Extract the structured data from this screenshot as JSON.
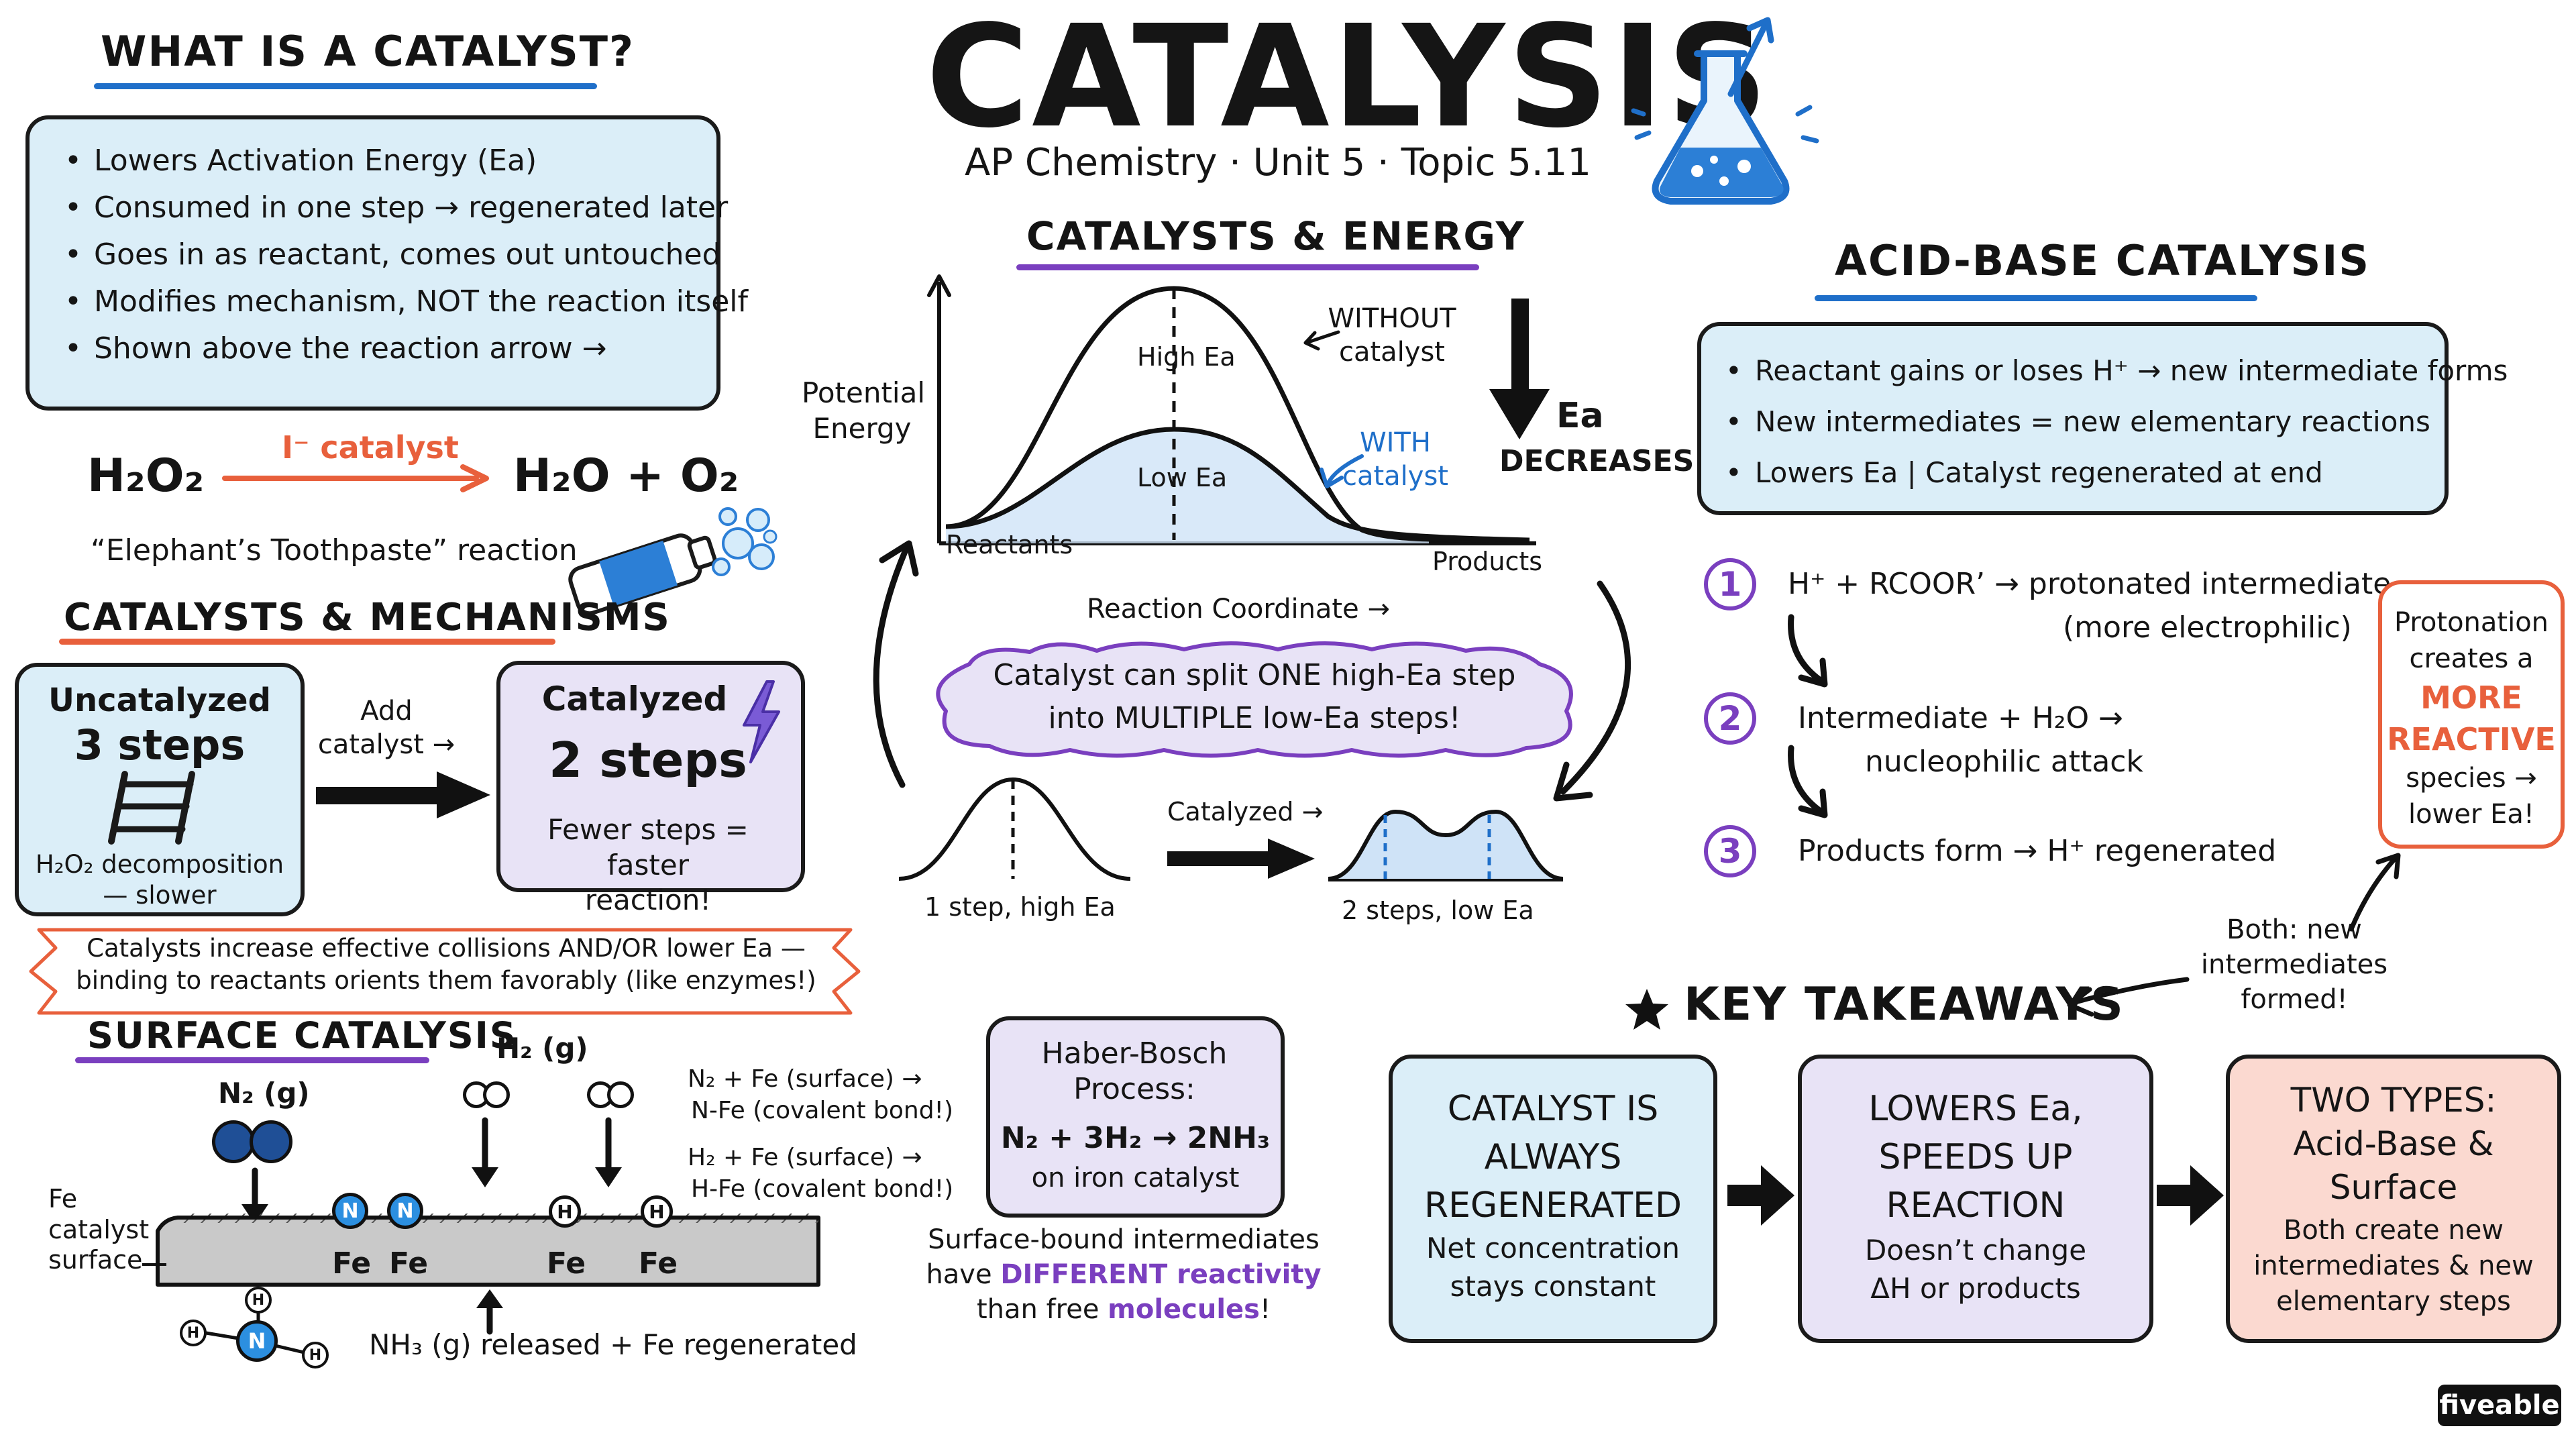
{
  "header": {
    "title": "CATALYSIS",
    "subtitle": "AP Chemistry · Unit 5 · Topic 5.11"
  },
  "what_is": {
    "title": "WHAT IS A CATALYST?",
    "bullets": [
      "Lowers Activation Energy (Ea)",
      "Consumed in one step → regenerated later",
      "Goes in as reactant, comes out untouched",
      "Modifies mechanism, NOT the reaction itself",
      "Shown above the reaction arrow →"
    ]
  },
  "example": {
    "reactant": "H₂O₂",
    "catalyst": "I⁻ catalyst",
    "products": "H₂O + O₂",
    "caption": "“Elephant’s Toothpaste” reaction"
  },
  "mechanisms": {
    "title": "CATALYSTS & MECHANISMS",
    "uncat_title": "Uncatalyzed",
    "uncat_steps": "3 steps",
    "uncat_note": "H₂O₂ decomposition — slower",
    "add_label": "Add catalyst →",
    "cat_title": "Catalyzed",
    "cat_steps": "2 steps",
    "cat_note": "Fewer steps = faster reaction!",
    "banner": "Catalysts increase effective collisions AND/OR lower Ea — binding to reactants orients them favorably (like enzymes!)"
  },
  "surface": {
    "title": "SURFACE CATALYSIS",
    "n2_label": "N₂ (g)",
    "h2_label": "H₂ (g)",
    "fe_label": "Fe catalyst surface",
    "fe_atoms": [
      "Fe",
      "Fe",
      "Fe",
      "Fe"
    ],
    "eq1a": "N₂ + Fe (surface) →",
    "eq1b": "N-Fe (covalent bond!)",
    "eq2a": "H₂ + Fe (surface) →",
    "eq2b": "H-Fe (covalent bond!)",
    "nh3_label": "NH₃ (g) released + Fe regenerated",
    "atom_n": "N",
    "atom_h": "H"
  },
  "haber": {
    "title": "Haber-Bosch Process:",
    "equation": "N₂ + 3H₂ → 2NH₃",
    "note": "on iron catalyst"
  },
  "surface_note": {
    "line1": "Surface-bound intermediates",
    "line2_pre": "have",
    "line2_hl": "DIFFERENT reactivity",
    "line3_pre": "than free",
    "line3_hl": "molecules",
    "line3_post": "!"
  },
  "energy": {
    "title": "CATALYSTS & ENERGY",
    "ylabel": "Potential Energy",
    "xlabel": "Reaction Coordinate →",
    "reactants": "Reactants",
    "products": "Products",
    "high_ea": "High Ea",
    "low_ea": "Low Ea",
    "without": "WITHOUT catalyst",
    "with": "WITH catalyst",
    "ea_label": "Ea",
    "decreases": "DECREASES",
    "cloud": "Catalyst can split ONE high-Ea step into MULTIPLE low-Ea steps!",
    "one_step": "1 step, high Ea",
    "catalyzed_arrow": "Catalyzed →",
    "two_steps": "2 steps, low Ea"
  },
  "acid_base": {
    "title": "ACID-BASE CATALYSIS",
    "bullets": [
      "Reactant gains or loses H⁺ → new intermediate forms",
      "New intermediates = new elementary reactions",
      "Lowers Ea  |  Catalyst regenerated at end"
    ],
    "steps": [
      {
        "num": "1",
        "line1": "H⁺ + RCOOR’ → protonated intermediate",
        "line2": "(more electrophilic)"
      },
      {
        "num": "2",
        "line1": "Intermediate + H₂O →",
        "line2": "nucleophilic attack"
      },
      {
        "num": "3",
        "line1": "Products form → H⁺ regenerated",
        "line2": ""
      }
    ],
    "side_pre": "Protonation creates a",
    "side_hl": "MORE REACTIVE",
    "side_post": "species → lower Ea!",
    "both": "Both: new intermediates formed!"
  },
  "takeaways": {
    "title": "KEY TAKEAWAYS",
    "cards": [
      {
        "title": "CATALYST IS ALWAYS REGENERATED",
        "body": "Net concentration stays constant"
      },
      {
        "title": "LOWERS Ea, SPEEDS UP REACTION",
        "body": "Doesn’t change ΔH or products"
      },
      {
        "title": "TWO TYPES: Acid-Base & Surface",
        "body": "Both create new intermediates & new elementary steps"
      }
    ]
  },
  "brand": "fiveable",
  "colors": {
    "blue_box": "#dbeef8",
    "purple_box": "#e8e3f6",
    "salmon_box": "#fbd9d0",
    "accent_purple": "#7a3fbf",
    "accent_orange": "#e8603c",
    "accent_blue": "#1f6fc9"
  }
}
